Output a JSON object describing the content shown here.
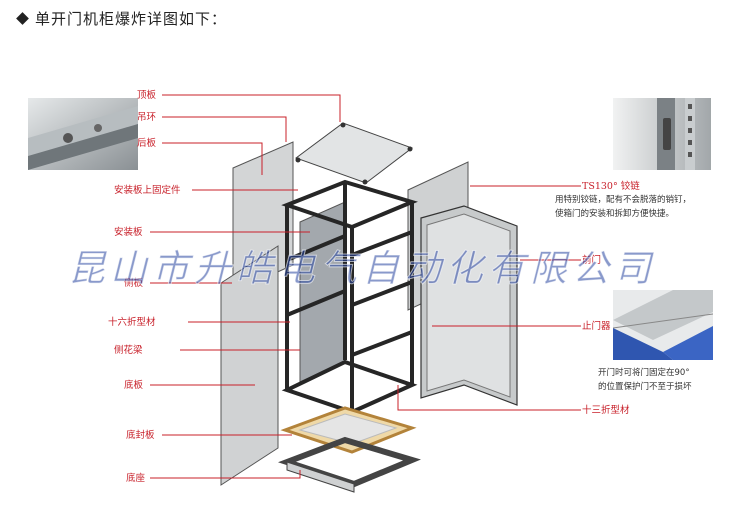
{
  "title": "单开门机柜爆炸详图如下：",
  "labels": {
    "top_panel": "顶板",
    "lifting_ring": "吊环",
    "back_panel": "后板",
    "mount_plate_fix": "安装板上固定件",
    "mount_plate": "安装板",
    "side_panel": "侧板",
    "sixteen_profile": "十六折型材",
    "side_beam": "侧花梁",
    "bottom_panel": "底板",
    "bottom_seal": "底封板",
    "base": "底座",
    "hinge": "TS130° 铰链",
    "front_door": "前门",
    "door_stop": "止门器",
    "thirteen_profile": "十三折型材"
  },
  "notes": {
    "hinge_note_1": "用特别铰链，配有不会脱落的销钉，",
    "hinge_note_2": "使箱门的安装和拆卸方便快捷。",
    "stop_note_1": "开门时可将门固定在90°",
    "stop_note_2": "的位置保护门不至于损坏"
  },
  "watermark": "昆山市升皓电气自动化有限公司",
  "colors": {
    "label_red": "#c8202a",
    "panel": "#dcdcdc",
    "frame": "#2a2a2a",
    "seal": "#d9a64a",
    "watermark": "#2846a0"
  }
}
